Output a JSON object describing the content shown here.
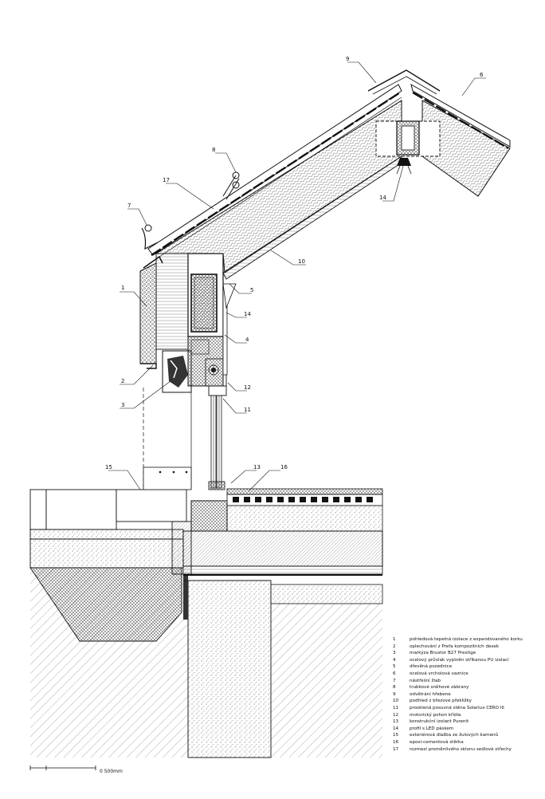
{
  "callouts": [
    "1",
    "2",
    "3",
    "4",
    "5",
    "6",
    "7",
    "8",
    "9",
    "10",
    "11",
    "12",
    "13",
    "14",
    "15",
    "16",
    "17"
  ],
  "legend": [
    {
      "num": "1",
      "text": "pohledová tepelná izolace z expandovaného korku"
    },
    {
      "num": "2",
      "text": "oplechování z Prefa kompozitních desek"
    },
    {
      "num": "3",
      "text": "markýza Brustor B27 Prestige"
    },
    {
      "num": "4",
      "text": "ocelový průvlak vyplněn stříkanou PU izolací"
    },
    {
      "num": "5",
      "text": "dřevěná pozednice"
    },
    {
      "num": "6",
      "text": "ocelová vrcholová vaznice"
    },
    {
      "num": "7",
      "text": "nástřešní žlab"
    },
    {
      "num": "8",
      "text": "trubkové sněhové zábrany"
    },
    {
      "num": "9",
      "text": "odvětrání hřebene"
    },
    {
      "num": "10",
      "text": "podhled z březové překližky"
    },
    {
      "num": "11",
      "text": "prosklená posuvná stěna Solarlux CERO III"
    },
    {
      "num": "12",
      "text": "motorický pohon křídla"
    },
    {
      "num": "13",
      "text": "konstrukční izolant Purenit"
    },
    {
      "num": "14",
      "text": "profil s LED páskem"
    },
    {
      "num": "15",
      "text": "exteriérová dlažba ze žulových kamenů"
    },
    {
      "num": "16",
      "text": "epoxi-cementová stěrka"
    },
    {
      "num": "17",
      "text": "rozmezí proměnlivého sklonu sedlové střechy"
    }
  ],
  "scale": {
    "label": "0    500mm"
  }
}
